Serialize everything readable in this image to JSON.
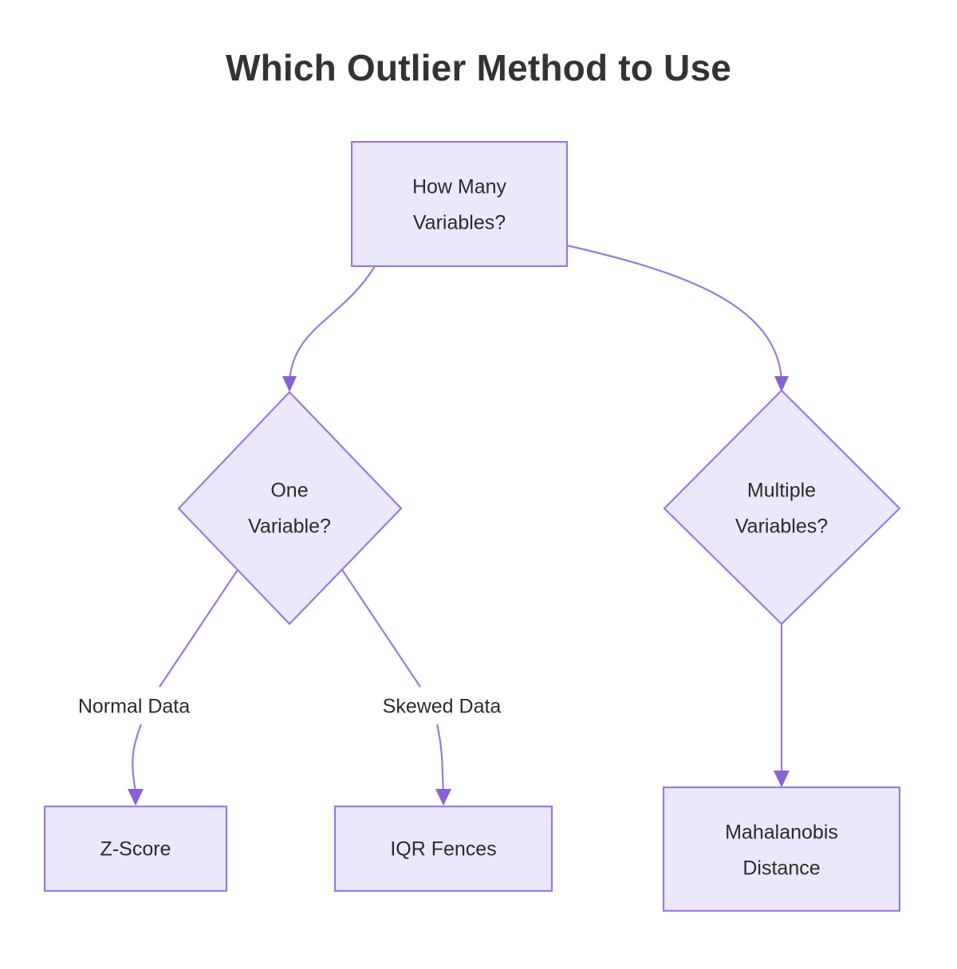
{
  "title": "Which Outlier Method to Use",
  "theme": {
    "background": "#ffffff",
    "node_fill": "#ebe8fb",
    "node_border": "#9b79db",
    "edge_color": "#9b79db",
    "arrow_color": "#8b5fd6",
    "text_color": "#2b2b2b",
    "title_color": "#333333"
  },
  "chart_data": {
    "type": "diagram",
    "diagram_kind": "flowchart",
    "title": "Which Outlier Method to Use",
    "orientation": "top-down",
    "nodes": [
      {
        "id": "root",
        "shape": "rectangle",
        "lines": [
          "How Many",
          "Variables?"
        ]
      },
      {
        "id": "one_var",
        "shape": "diamond",
        "lines": [
          "One",
          "Variable?"
        ]
      },
      {
        "id": "multi_var",
        "shape": "diamond",
        "lines": [
          "Multiple",
          "Variables?"
        ]
      },
      {
        "id": "zscore",
        "shape": "rectangle",
        "lines": [
          "Z-Score"
        ]
      },
      {
        "id": "iqr",
        "shape": "rectangle",
        "lines": [
          "IQR Fences"
        ]
      },
      {
        "id": "mahalanobis",
        "shape": "rectangle",
        "lines": [
          "Mahalanobis",
          "Distance"
        ]
      }
    ],
    "edges": [
      {
        "from": "root",
        "to": "one_var",
        "label": ""
      },
      {
        "from": "root",
        "to": "multi_var",
        "label": ""
      },
      {
        "from": "one_var",
        "to": "zscore",
        "label": "Normal Data"
      },
      {
        "from": "one_var",
        "to": "iqr",
        "label": "Skewed Data"
      },
      {
        "from": "multi_var",
        "to": "mahalanobis",
        "label": ""
      }
    ]
  },
  "nodes": {
    "root": {
      "line1": "How Many",
      "line2": "Variables?"
    },
    "one_var": {
      "line1": "One",
      "line2": "Variable?"
    },
    "multi_var": {
      "line1": "Multiple",
      "line2": "Variables?"
    },
    "zscore": {
      "line1": "Z-Score"
    },
    "iqr": {
      "line1": "IQR Fences"
    },
    "mahalanobis": {
      "line1": "Mahalanobis",
      "line2": "Distance"
    }
  },
  "edge_labels": {
    "normal": "Normal Data",
    "skewed": "Skewed Data"
  }
}
